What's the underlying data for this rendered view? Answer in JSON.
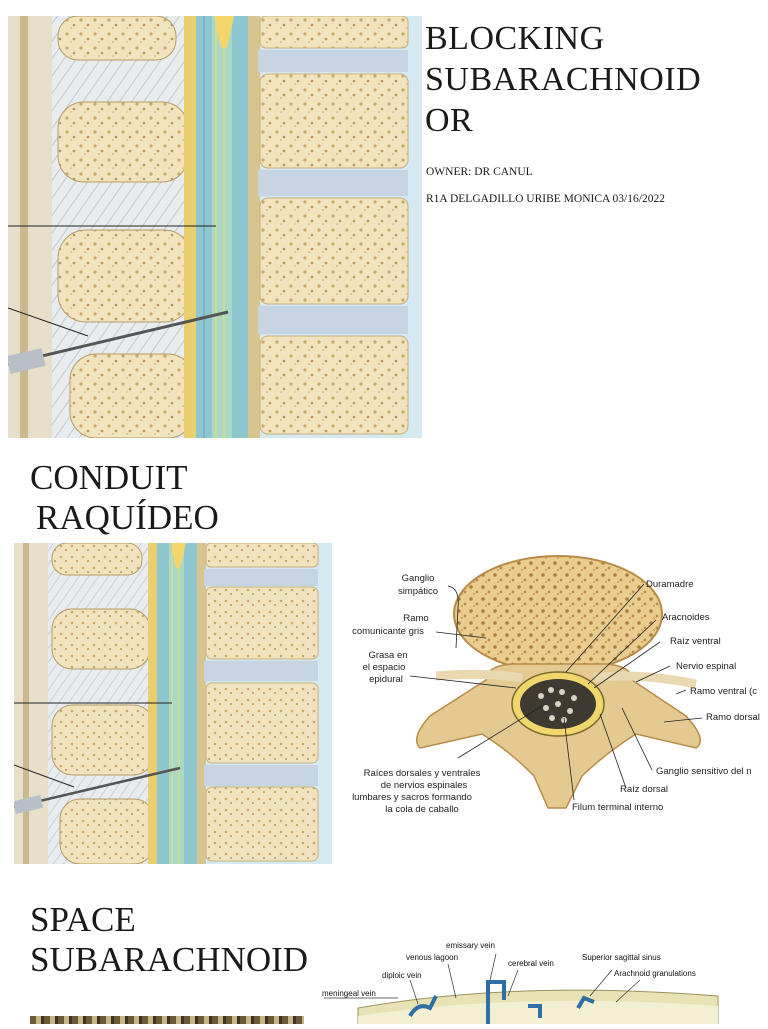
{
  "section1": {
    "title_lines": [
      "BLOCKING",
      "SUBARACHNOID",
      "OR"
    ],
    "owner": "OWNER: DR CANUL",
    "author": "R1A DELGADILLO URIBE MONICA 03/16/2022"
  },
  "section2": {
    "title_lines": [
      "CONDUIT",
      "RAQUÍDEO"
    ],
    "diagram_labels": {
      "ganglio_simpatico_1": "Ganglio",
      "ganglio_simpatico_2": "simpático",
      "ramo_comunicante_1": "Ramo",
      "ramo_comunicante_2": "comunicante gris",
      "grasa_1": "Grasa en",
      "grasa_2": "el espacio",
      "grasa_3": "epidural",
      "raices_1": "Raíces dorsales y ventrales",
      "raices_2": "de nervios espinales",
      "raices_3": "lumbares y sacros formando",
      "raices_4": "la cola de caballo",
      "duramadre": "Duramadre",
      "aracnoides": "Aracnoides",
      "raiz_ventral": "Raíz ventral",
      "nervio_espinal": "Nervio espinal",
      "ramo_ventral": "Ramo ventral (c",
      "ramo_dorsal": "Ramo dorsal",
      "ganglio_sensitivo": "Ganglio sensitivo del n",
      "raiz_dorsal": "Raíz dorsal",
      "filum": "Filum terminal interno"
    }
  },
  "section3": {
    "title_lines": [
      "SPACE",
      "SUBARACHNOID"
    ],
    "diagram_labels": {
      "emissary": "emissary vein",
      "venous_lagoon": "venous lagoon",
      "cerebral": "cerebral vein",
      "sagittal": "Superior sagittal sinus",
      "diploic": "diploic vein",
      "granulations": "Arachnoid granulations",
      "meningeal": "meningeal vein"
    }
  }
}
